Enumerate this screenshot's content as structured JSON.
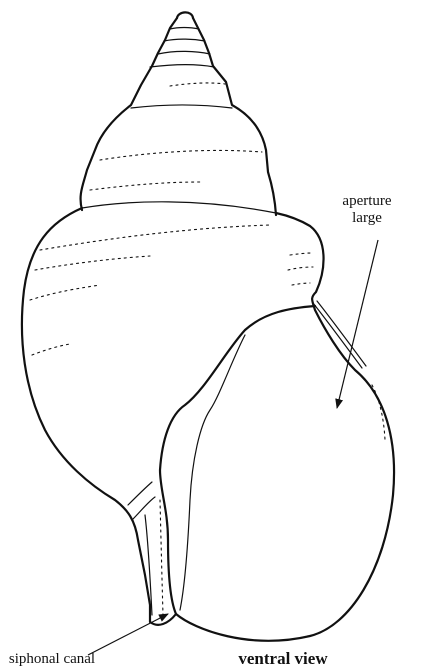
{
  "labels": {
    "aperture_line1": "aperture",
    "aperture_line2": "large",
    "siphonal_canal": "siphonal canal",
    "view": "ventral view"
  }
}
